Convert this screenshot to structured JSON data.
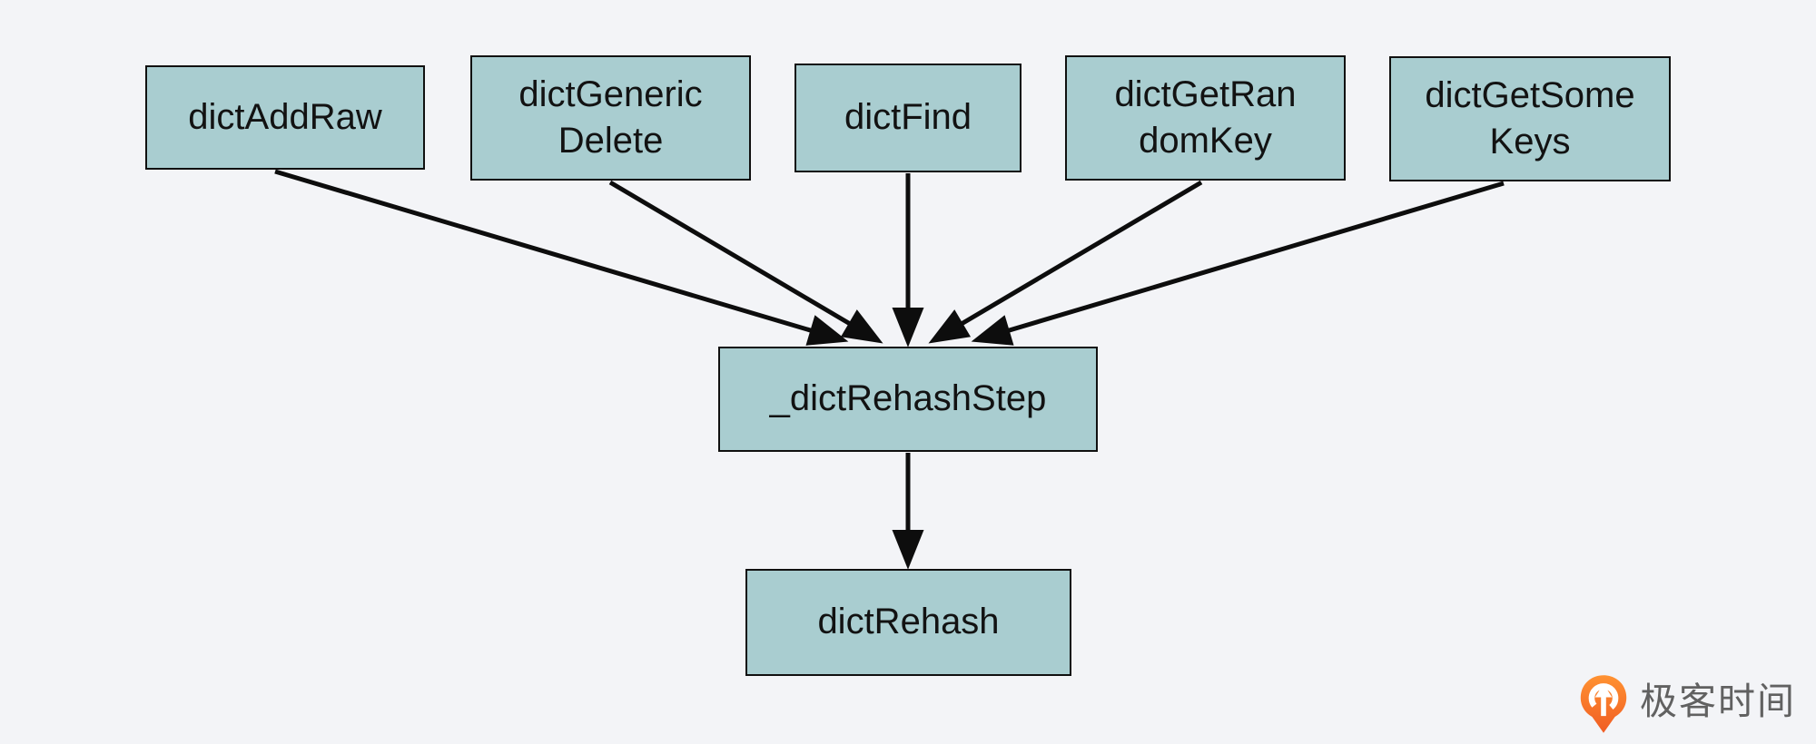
{
  "page": {
    "background_color": "#f3f4f7",
    "node_fill_color": "#a9cdd0",
    "node_border_color": "#101010",
    "arrow_color": "#0d0d0d"
  },
  "diagram": {
    "nodes": [
      {
        "id": "dictAddRaw",
        "label": "dictAddRaw"
      },
      {
        "id": "dictGenericDelete",
        "label": "dictGeneric\nDelete"
      },
      {
        "id": "dictFind",
        "label": "dictFind"
      },
      {
        "id": "dictGetRandomKey",
        "label": "dictGetRan\ndomKey"
      },
      {
        "id": "dictGetSomeKeys",
        "label": "dictGetSome\nKeys"
      },
      {
        "id": "_dictRehashStep",
        "label": "_dictRehashStep"
      },
      {
        "id": "dictRehash",
        "label": "dictRehash"
      }
    ],
    "edges": [
      {
        "from": "dictAddRaw",
        "to": "_dictRehashStep"
      },
      {
        "from": "dictGenericDelete",
        "to": "_dictRehashStep"
      },
      {
        "from": "dictFind",
        "to": "_dictRehashStep"
      },
      {
        "from": "dictGetRandomKey",
        "to": "_dictRehashStep"
      },
      {
        "from": "dictGetSomeKeys",
        "to": "_dictRehashStep"
      },
      {
        "from": "_dictRehashStep",
        "to": "dictRehash"
      }
    ]
  },
  "watermark": {
    "brand_text": "极客时间",
    "icon": "geektime-logo-icon",
    "icon_color_top": "#ff9232",
    "icon_color_bottom": "#f05c23",
    "text_color": "#616161"
  }
}
